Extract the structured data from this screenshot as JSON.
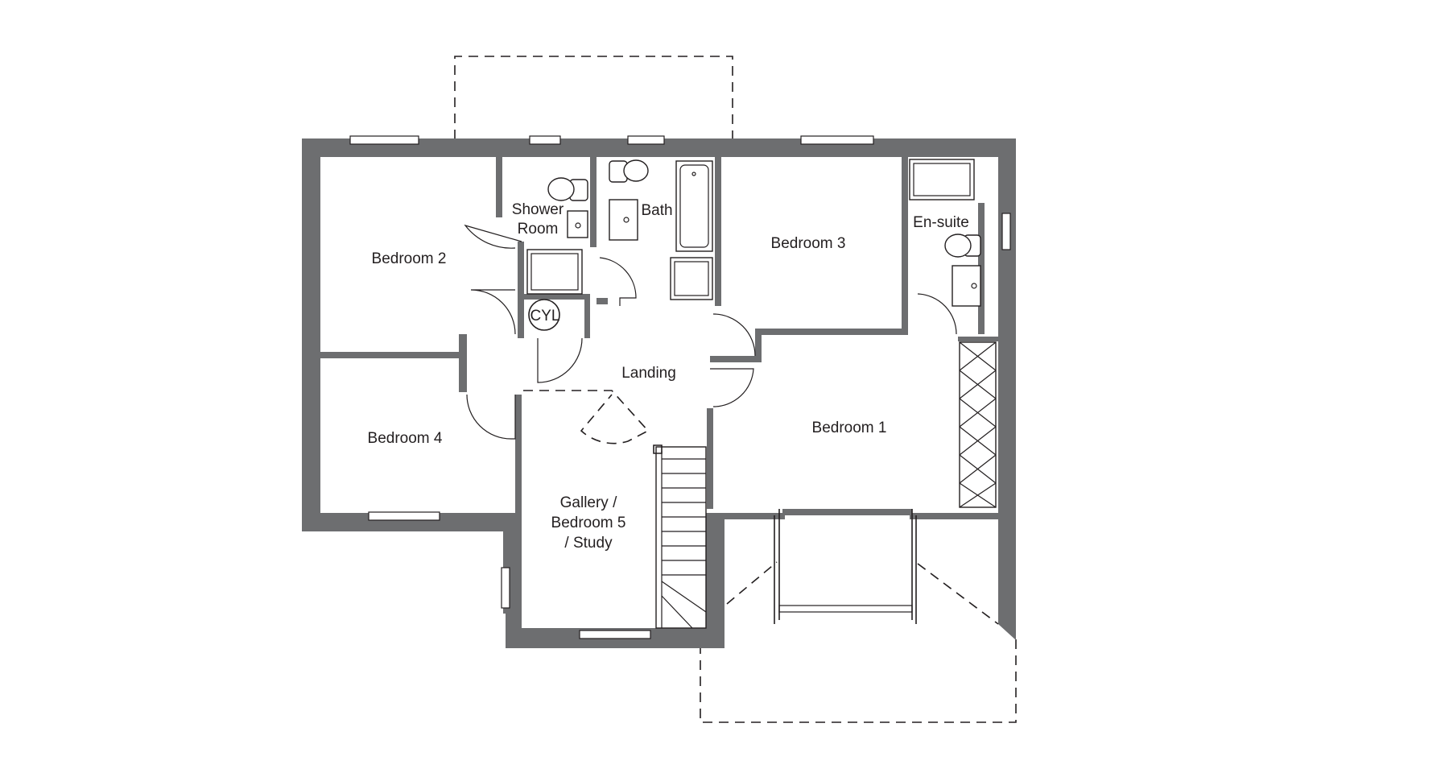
{
  "rooms": {
    "bedroom_2": "Bedroom 2",
    "shower_room": [
      "Shower",
      "Room"
    ],
    "bath": "Bath",
    "bedroom_3": "Bedroom 3",
    "en_suite": "En-suite",
    "cylinder": "CYL",
    "landing": "Landing",
    "bedroom_1": "Bedroom 1",
    "bedroom_4": "Bedroom 4",
    "gallery": [
      "Gallery /",
      "Bedroom 5",
      "/ Study"
    ]
  },
  "colors": {
    "wall": "#6d6e70",
    "line": "#231f20",
    "background": "#ffffff"
  }
}
